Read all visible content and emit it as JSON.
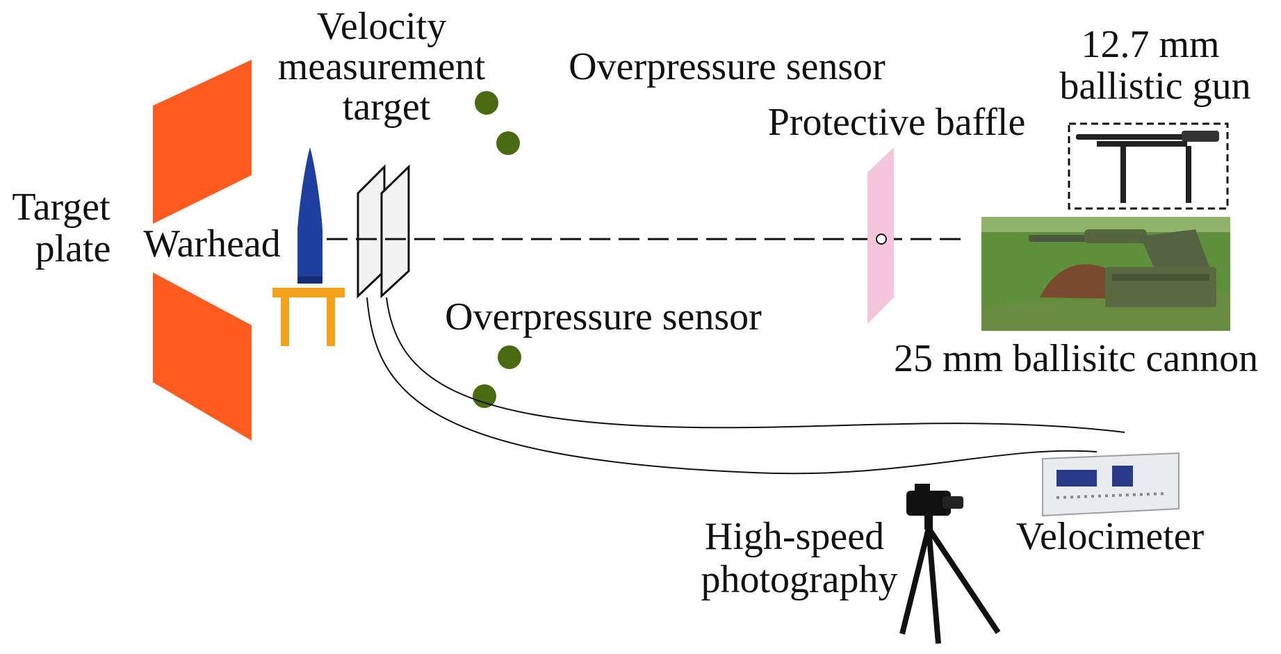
{
  "labels": {
    "target_plate": [
      "Target",
      "plate"
    ],
    "warhead": "Warhead",
    "velocity_target": [
      "Velocity",
      "measurement",
      "target"
    ],
    "overpressure_top": "Overpressure sensor",
    "overpressure_bottom": "Overpressure sensor",
    "protective_baffle": "Protective baffle",
    "gun_127": [
      "12.7 mm",
      "ballistic gun"
    ],
    "cannon_25": "25 mm ballisitc cannon",
    "high_speed": [
      "High-speed",
      "photography"
    ],
    "velocimeter": "Velocimeter"
  },
  "colors": {
    "target_plate": "#ff5a1f",
    "warhead": "#1f3f9e",
    "stand": "#f4a21c",
    "sensor": "#4a6a12",
    "baffle": "#f4c6dc",
    "grass": "#5f8f3a",
    "soil": "#7a4a2e"
  }
}
